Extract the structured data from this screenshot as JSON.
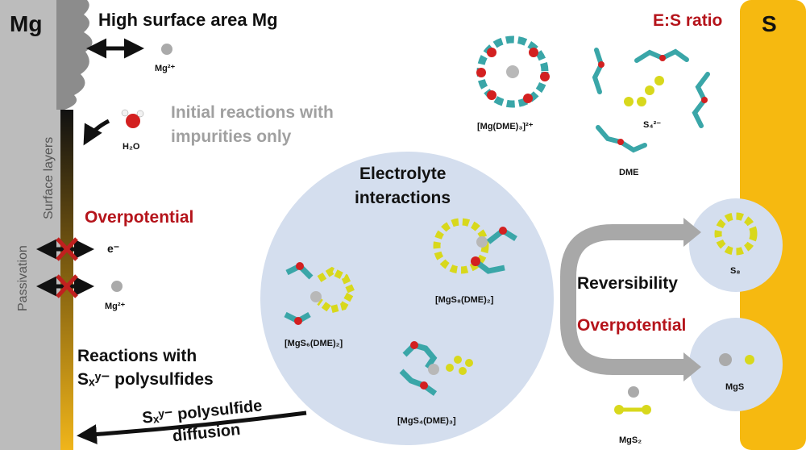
{
  "electrodes": {
    "anode_label": "Mg",
    "cathode_label": "S"
  },
  "top": {
    "high_surface_area": "High surface area Mg",
    "mg_ion_top": "Mg²⁺",
    "es_ratio": "E:S ratio"
  },
  "left": {
    "water_label": "H₂O",
    "initial_reactions_line1": "Initial reactions with",
    "initial_reactions_line2": "impurities only",
    "surface_layers": "Surface layers",
    "passivation": "Passivation",
    "overpotential": "Overpotential",
    "electron": "e⁻",
    "mg_ion_left": "Mg²⁺",
    "reactions_line1": "Reactions with",
    "reactions_line2": "Sₓʸ⁻ polysulfides",
    "diffusion_line1": "Sₓʸ⁻ polysulfide",
    "diffusion_line2": "diffusion"
  },
  "species": {
    "mg_dme3": "[Mg(DME)₃]²⁺",
    "s4": "S₄²⁻",
    "dme": "DME"
  },
  "electrolyte": {
    "title_line1": "Electrolyte",
    "title_line2": "interactions",
    "mgs8_top": "[MgS₈(DME)₂]",
    "mgs6": "[MgS₆(DME)₂]",
    "mgs4": "[MgS₄(DME)₃]"
  },
  "right": {
    "reversibility": "Reversibility",
    "overpotential": "Overpotential",
    "s8": "S₈",
    "mgs": "MgS",
    "mgs2": "MgS₂"
  },
  "colors": {
    "mg_grey": "#bcbcbc",
    "sulfur_yellow": "#f6b910",
    "circle_fill": "#d4deee",
    "red_text": "#b5141b",
    "arrow_grey": "#a8a8a8",
    "atom_carbon": "#3aa6a8",
    "atom_oxygen": "#d32020",
    "atom_sulfur": "#d8d81c"
  }
}
